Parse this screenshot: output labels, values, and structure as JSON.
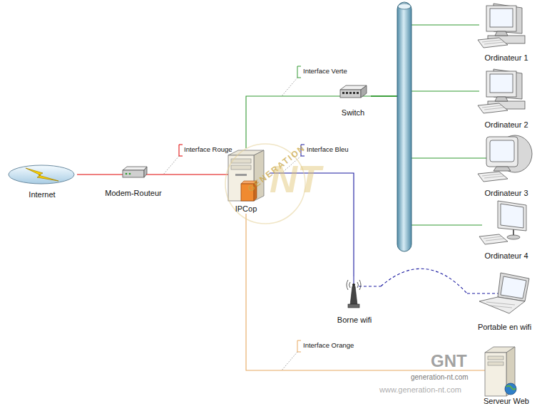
{
  "diagram": {
    "nodes": [
      {
        "text": [
          "Internet"
        ]
      },
      {
        "text": [
          "Modem-Routeur"
        ]
      },
      {
        "text": [
          "IPCop"
        ]
      },
      {
        "text": [
          "Switch"
        ]
      },
      {
        "text": [
          "Ordinateur 1"
        ]
      },
      {
        "text": [
          "Ordinateur 2"
        ]
      },
      {
        "text": [
          "Ordinateur 3"
        ]
      },
      {
        "text": [
          "Ordinateur 4"
        ]
      },
      {
        "text": [
          "Borne wifi"
        ]
      },
      {
        "text": [
          "Portable en wifi"
        ]
      },
      {
        "text": [
          "Serveur Web"
        ]
      }
    ],
    "edges": [
      {
        "from": 0,
        "to": 1,
        "arrow": "none"
      },
      {
        "from": 1,
        "to": 2,
        "arrow": "none"
      },
      {
        "from": 2,
        "to": 3,
        "arrow": "none"
      },
      {
        "from": 3,
        "to": 4,
        "arrow": "none"
      },
      {
        "from": 3,
        "to": 5,
        "arrow": "none"
      },
      {
        "from": 3,
        "to": 6,
        "arrow": "none"
      },
      {
        "from": 3,
        "to": 7,
        "arrow": "none"
      },
      {
        "from": 2,
        "to": 8,
        "arrow": "none"
      },
      {
        "from": 8,
        "to": 9,
        "arrow": "none"
      },
      {
        "from": 2,
        "to": 10,
        "arrow": "none"
      }
    ],
    "labels": [
      "Interface Verte",
      "Interface Rouge",
      "Interface Bleu",
      "Interface Orange",
      "GENERATION",
      "NT",
      "GNT",
      "generation-nt.com",
      "www.generation-nt.com"
    ]
  }
}
